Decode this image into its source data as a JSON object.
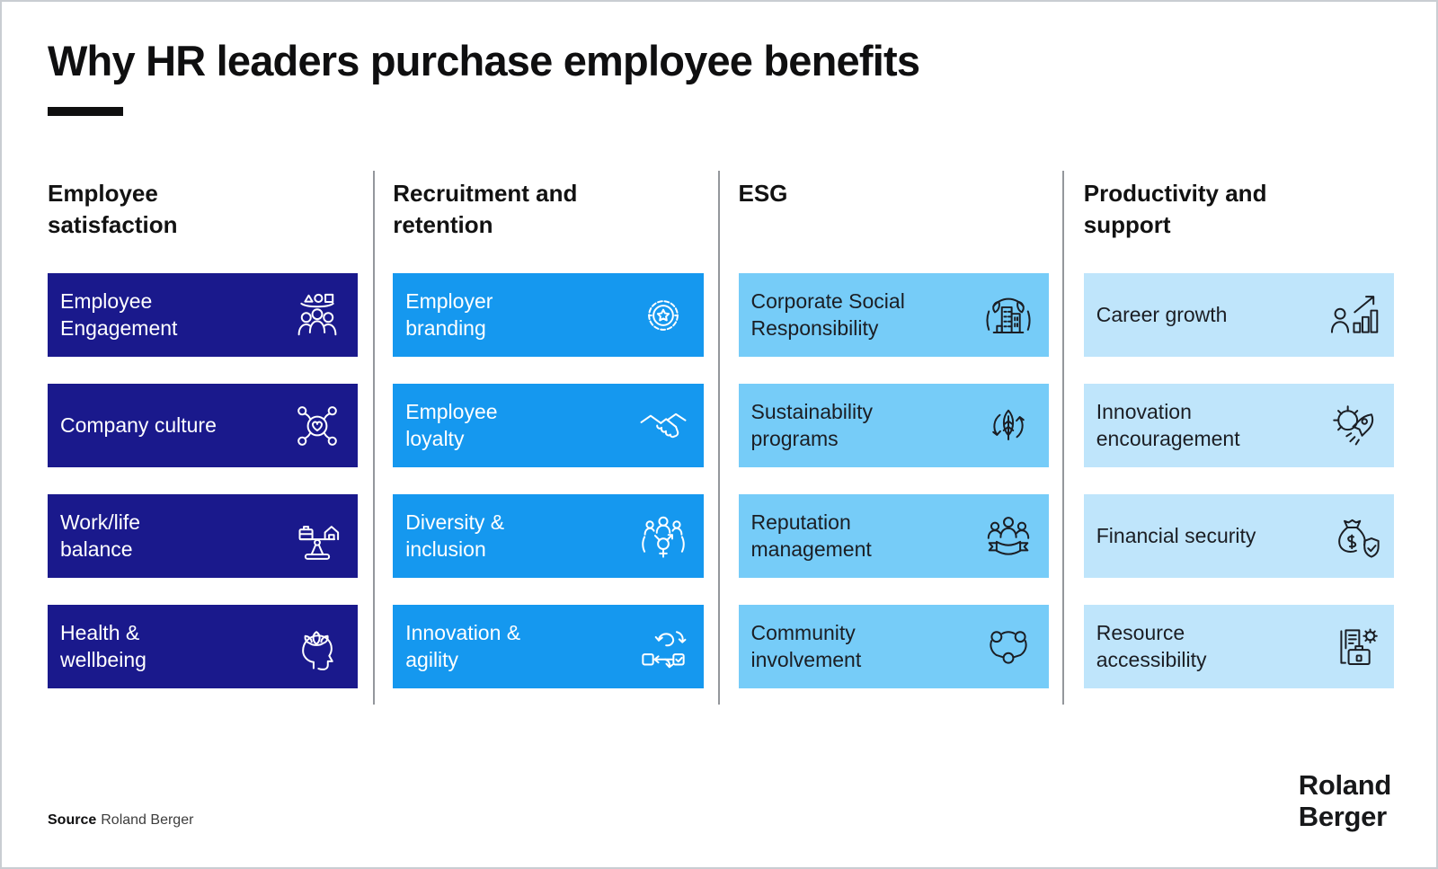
{
  "title": "Why HR leaders purchase employee benefits",
  "columns": [
    {
      "header": "Employee\nsatisfaction",
      "card_color": "#1a198c",
      "card_text_color": "#ffffff",
      "items": [
        {
          "label": "Employee\nEngagement",
          "icon": "employee-engagement-icon"
        },
        {
          "label": "Company culture",
          "icon": "company-culture-icon"
        },
        {
          "label": "Work/life\nbalance",
          "icon": "work-life-balance-icon"
        },
        {
          "label": "Health &\nwellbeing",
          "icon": "health-wellbeing-icon"
        }
      ]
    },
    {
      "header": "Recruitment and\nretention",
      "card_color": "#1598ef",
      "card_text_color": "#ffffff",
      "items": [
        {
          "label": "Employer\nbranding",
          "icon": "employer-branding-icon"
        },
        {
          "label": "Employee\nloyalty",
          "icon": "employee-loyalty-icon"
        },
        {
          "label": "Diversity &\ninclusion",
          "icon": "diversity-inclusion-icon"
        },
        {
          "label": "Innovation &\nagility",
          "icon": "innovation-agility-icon"
        }
      ]
    },
    {
      "header": "ESG",
      "card_color": "#76ccf8",
      "card_text_color": "#1b1e24",
      "items": [
        {
          "label": "Corporate Social\nResponsibility",
          "icon": "corporate-social-responsibility-icon"
        },
        {
          "label": "Sustainability\nprograms",
          "icon": "sustainability-programs-icon"
        },
        {
          "label": "Reputation\nmanagement",
          "icon": "reputation-management-icon"
        },
        {
          "label": "Community\ninvolvement",
          "icon": "community-involvement-icon"
        }
      ]
    },
    {
      "header": "Productivity and\nsupport",
      "card_color": "#bfe5fb",
      "card_text_color": "#1b1e24",
      "items": [
        {
          "label": "Career growth",
          "icon": "career-growth-icon"
        },
        {
          "label": "Innovation\nencouragement",
          "icon": "innovation-encouragement-icon"
        },
        {
          "label": "Financial security",
          "icon": "financial-security-icon"
        },
        {
          "label": "Resource\naccessibility",
          "icon": "resource-accessibility-icon"
        }
      ]
    }
  ],
  "footer": {
    "source_label": "Source",
    "source_value": "Roland Berger",
    "logo_line1": "Roland",
    "logo_line2": "Berger"
  }
}
